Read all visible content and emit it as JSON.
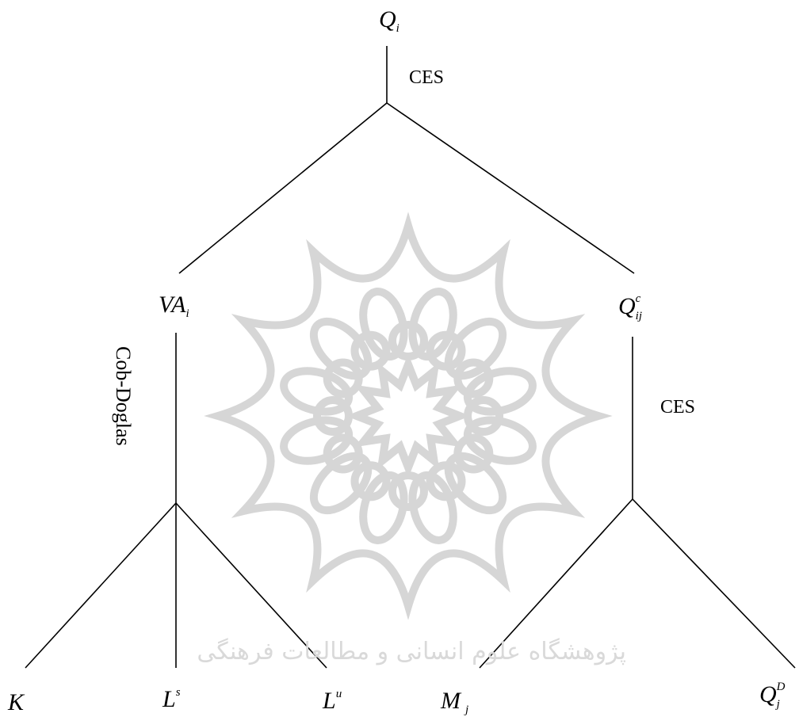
{
  "nodes": {
    "top": {
      "base": "Q",
      "sub": "i"
    },
    "va": {
      "base": "VA",
      "sub": "i"
    },
    "qc": {
      "base": "Q",
      "sub": "ij",
      "sup": "c"
    },
    "k": {
      "base": "K"
    },
    "ls": {
      "base": "L",
      "sup": "s"
    },
    "lu": {
      "base": "L",
      "sup": "u"
    },
    "m": {
      "base": "M",
      "sub": "j"
    },
    "qd": {
      "base": "Q",
      "sub": "j",
      "sup": "D"
    }
  },
  "edge_labels": {
    "top": "CES",
    "right": "CES",
    "left": "Cob-Doglas"
  },
  "watermark": "پژوهشگاه علوم انسانی و مطالعات فرهنگی",
  "colors": {
    "lines": "#000000",
    "watermark": "#d9d9d9"
  }
}
